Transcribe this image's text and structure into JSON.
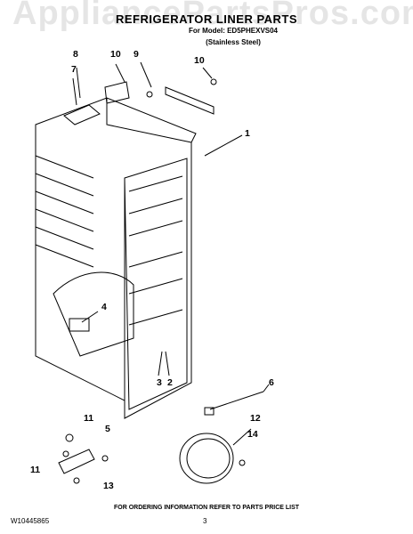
{
  "watermark": "AppliancePartsPros.com",
  "header": {
    "title": "REFRIGERATOR LINER PARTS",
    "for_line": "For Model: ED5PHEXVS04",
    "subtitle": "(Stainless Steel)"
  },
  "callouts": {
    "c1": "1",
    "c2": "2",
    "c3": "3",
    "c4": "4",
    "c5": "5",
    "c6": "6",
    "c7": "7",
    "c8": "8",
    "c9": "9",
    "c10a": "10",
    "c10b": "10",
    "c11a": "11",
    "c11b": "11",
    "c12": "12",
    "c13": "13",
    "c14": "14"
  },
  "footer": {
    "order_note": "FOR ORDERING INFORMATION REFER TO PARTS PRICE LIST",
    "doc_number": "W10445865",
    "page_number": "3"
  }
}
